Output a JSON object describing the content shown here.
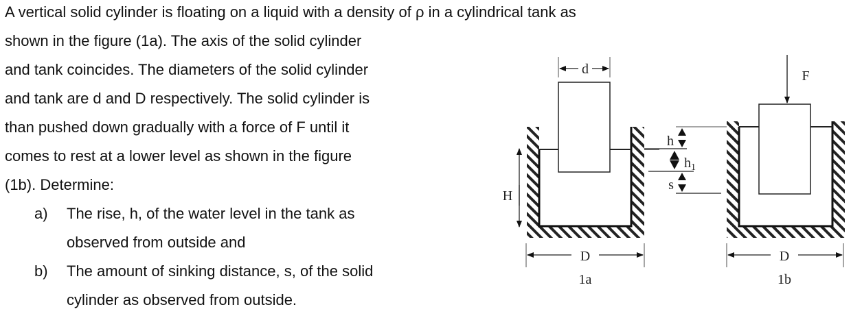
{
  "problem": {
    "intro_lines": [
      "A vertical solid cylinder is floating on a liquid with a density of ρ in a cylindrical tank as",
      "shown in the figure (1a). The axis of the solid cylinder",
      "and tank coincides. The diameters of the solid cylinder",
      "and tank are d and D respectively. The solid cylinder is",
      "than pushed down gradually with a force of F until it",
      "comes to rest at a lower level as shown in the figure",
      "(1b). Determine:"
    ],
    "items": [
      {
        "label": "a)",
        "lines": [
          "The rise, h, of the water level in the tank as",
          "observed from outside and"
        ]
      },
      {
        "label": "b)",
        "lines": [
          "The amount of sinking distance, s, of the solid",
          "cylinder as observed from outside."
        ]
      }
    ]
  },
  "figure": {
    "fig_1a": {
      "caption": "1a",
      "cylinder_diameter_label": "d",
      "tank_diameter_label": "D",
      "tank_height_label": "H"
    },
    "fig_1b": {
      "caption": "1b",
      "force_label": "F",
      "tank_diameter_label": "D",
      "rise_label": "h",
      "height_label": "h",
      "height_subscript": "1",
      "sink_label": "s"
    }
  }
}
